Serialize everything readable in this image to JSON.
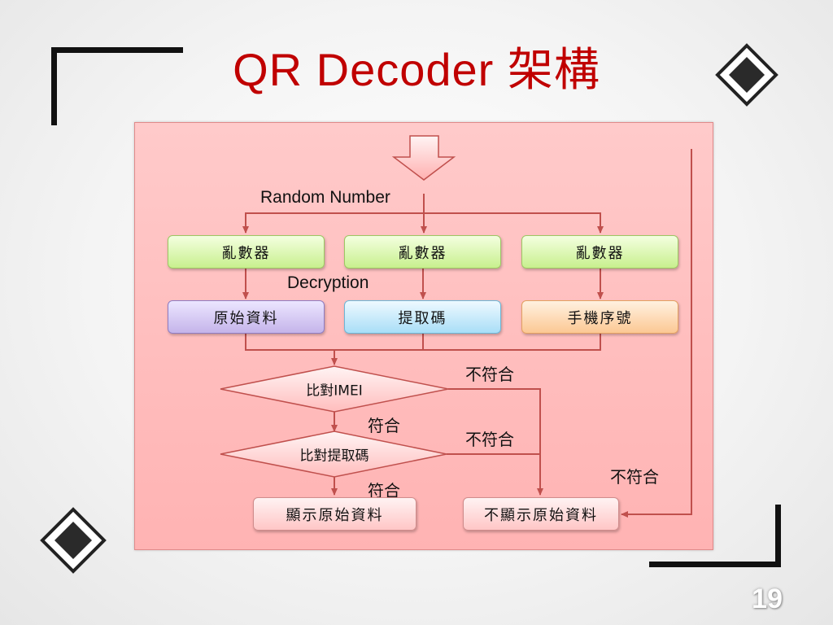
{
  "title": "QR Decoder 架構",
  "slide_number": "19",
  "diagram": {
    "random_number_label": "Random Number",
    "decryption_label": "Decryption",
    "prng_boxes": [
      "亂數器",
      "亂數器",
      "亂數器"
    ],
    "data_boxes": [
      "原始資料",
      "提取碼",
      "手機序號"
    ],
    "compare_imei": "比對IMEI",
    "compare_code": "比對提取碼",
    "match": "符合",
    "mismatch": "不符合",
    "show_original": "顯示原始資料",
    "hide_original": "不顯示原始資料"
  },
  "colors": {
    "title": "#c00000",
    "panel": "#ffc0c0",
    "line": "#c0504d",
    "prng": "#c8f08e",
    "original_data": "#c5b4ea",
    "extract_code": "#a9def7",
    "phone_serial": "#fcc894",
    "result": "#ffc6c6"
  }
}
